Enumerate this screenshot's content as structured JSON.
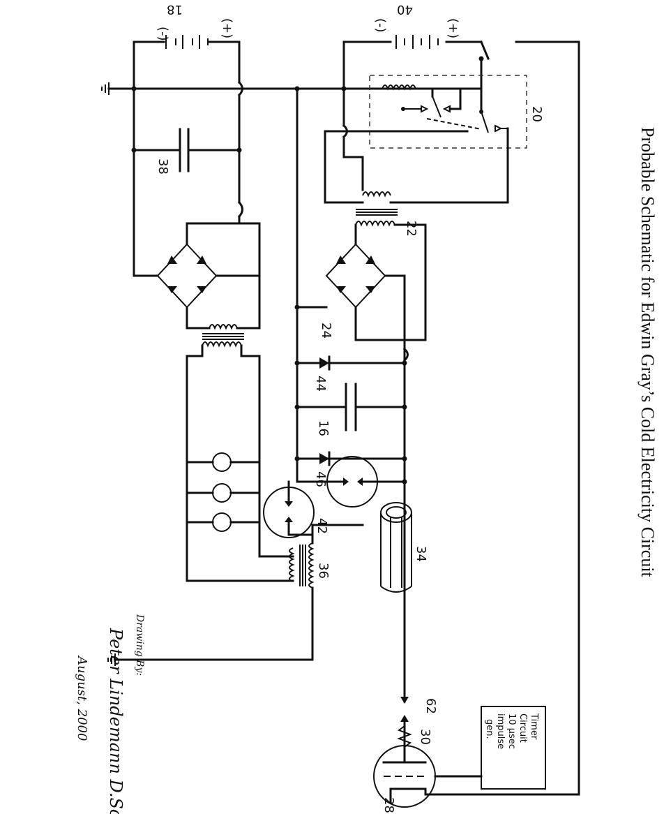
{
  "title": "Probable Schematic for Edwin Gray’s Cold Electricity Circuit",
  "components": {
    "battery_18": {
      "label": "18",
      "minus": "(-)",
      "plus": "(+)"
    },
    "battery_40": {
      "label": "40",
      "minus": "(-)",
      "plus": "(+)"
    },
    "capacitor_38": {
      "label": "38"
    },
    "relay_20": {
      "label": "20"
    },
    "transformer_22": {
      "label": "22"
    },
    "bridge_24": {
      "label": "24"
    },
    "diode_44": {
      "label": "44"
    },
    "capacitor_16": {
      "label": "16"
    },
    "diode_46": {
      "label": "46"
    },
    "spark_gap_42": {
      "label": "42"
    },
    "tube_34": {
      "label": "34"
    },
    "transformer_36": {
      "label": "36"
    },
    "spark_gap_62": {
      "label": "62"
    },
    "resistor_30": {
      "label": "30"
    },
    "tube_28": {
      "label": "28"
    }
  },
  "timer": {
    "line1": "Timer",
    "line2": "Circuit",
    "line3": "10 µsec",
    "line4": "impulse",
    "line5": "gen."
  },
  "credit": {
    "line1": "Drawing By:",
    "line2": "Peter Lindemann D.Sc.",
    "line3": "August, 2000"
  }
}
